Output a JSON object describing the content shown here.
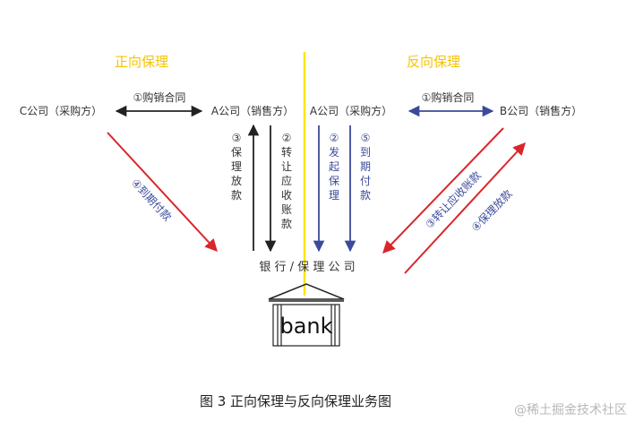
{
  "sections": {
    "forward_title": "正向保理",
    "reverse_title": "反向保理"
  },
  "parties": {
    "c_company": "C公司（采购方）",
    "a_company_seller": "A公司（销售方）",
    "a_company_buyer": "A公司（采购方）",
    "b_company": "B公司（销售方）",
    "bank_factor": "银 行 / 保 理 公 司"
  },
  "relations": {
    "forward_contract": "①购销合同",
    "reverse_contract": "①购销合同"
  },
  "flows": {
    "forward_transfer": [
      "②",
      "转",
      "让",
      "应",
      "收",
      "账",
      "款"
    ],
    "forward_payment": [
      "③",
      "保",
      "理",
      "放",
      "款"
    ],
    "forward_due_payment": "④到期付款",
    "reverse_initiate": [
      "②",
      "发",
      "起",
      "保",
      "理"
    ],
    "reverse_due_payment": [
      "⑤",
      "到",
      "期",
      "付",
      "款"
    ],
    "reverse_transfer": "③转让应收账款",
    "reverse_payment": "④保理放款"
  },
  "bank": {
    "label": "bank"
  },
  "caption": "图 3  正向保理与反向保理业务图",
  "watermark": "@稀土掘金技术社区",
  "colors": {
    "black": "#222222",
    "blue": "#3b4a9a",
    "red": "#d9262c",
    "yellow": "#ffe600",
    "title_yellow": "#f5c400"
  }
}
